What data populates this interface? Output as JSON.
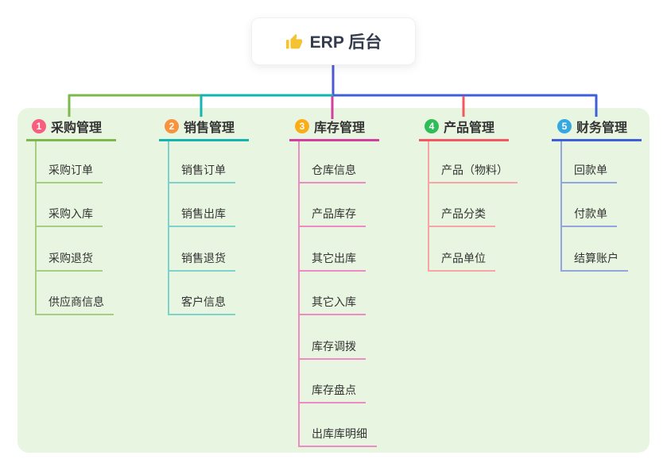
{
  "root": {
    "label": "ERP 后台",
    "icon": "thumbs-up-icon"
  },
  "branches": [
    {
      "num": "1",
      "title": "采购管理",
      "badge": "#f85e7d",
      "line": "#7cb84c",
      "subline": "#a6ce82",
      "items": [
        "采购订单",
        "采购入库",
        "采购退货",
        "供应商信息"
      ]
    },
    {
      "num": "2",
      "title": "销售管理",
      "badge": "#f8923d",
      "line": "#14b5b1",
      "subline": "#7fd2cc",
      "items": [
        "销售订单",
        "销售出库",
        "销售退货",
        "客户信息"
      ]
    },
    {
      "num": "3",
      "title": "库存管理",
      "badge": "#fbad15",
      "line": "#d23f9f",
      "subline": "#ee8ac4",
      "items": [
        "仓库信息",
        "产品库存",
        "其它出库",
        "其它入库",
        "库存调拨",
        "库存盘点",
        "出库库明细"
      ]
    },
    {
      "num": "4",
      "title": "产品管理",
      "badge": "#2fbd57",
      "line": "#f4575f",
      "subline": "#f8a3a5",
      "items": [
        "产品（物料）",
        "产品分类",
        "产品单位"
      ]
    },
    {
      "num": "5",
      "title": "财务管理",
      "badge": "#35a8e2",
      "line": "#3e5fd7",
      "subline": "#93a5de",
      "items": [
        "回款单",
        "付款单",
        "结算账户"
      ]
    }
  ],
  "colors": {
    "canvas": "#ffffff",
    "panel": "#e8f6e1",
    "stem": "#4c59d2",
    "thumb": "#f5c232",
    "root_text": "#333b4d",
    "item_text": "#333333"
  }
}
